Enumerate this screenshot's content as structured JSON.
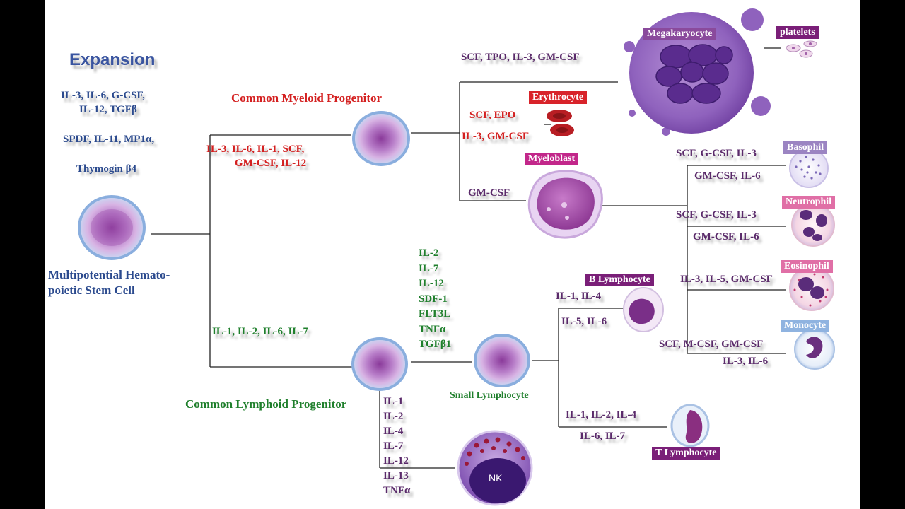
{
  "expansion": {
    "title": "Expansion",
    "line1": "IL-3,   IL-6,   G-CSF,",
    "line2": "IL-12,   TGFβ",
    "line3": "SPDF,  IL-11,  MP1α,",
    "line4": "Thymogin β4"
  },
  "stem_cell": {
    "line1": "Multipotential Hemato-",
    "line2": "poietic Stem Cell"
  },
  "myeloid": {
    "title": "Common Myeloid Progenitor",
    "factors1": "IL-3,    IL-6,    IL-1,    SCF,",
    "factors2": "GM-CSF,     IL-12"
  },
  "lymphoid": {
    "title": "Common Lymphoid Progenitor",
    "factors": "IL-1,    IL-2,    IL-6,  IL-7",
    "nk_factors": [
      "IL-1",
      "IL-2",
      "IL-4",
      "IL-7",
      "IL-12",
      "IL-13",
      "TNFα"
    ]
  },
  "small_lymphocyte": {
    "label": "Small Lymphocyte",
    "factors": [
      "IL-2",
      "IL-7",
      "IL-12",
      "SDF-1",
      "FLT3L",
      "TNFα",
      "TGFβ1"
    ]
  },
  "megakaryocyte": {
    "label": "Megakaryocyte",
    "factors": "SCF,  TPO,  IL-3,  GM-CSF"
  },
  "platelets": {
    "label": "platelets"
  },
  "erythrocyte": {
    "label": "Erythrocyte",
    "factors1": "SCF,   EPO",
    "factors2": "IL-3,  GM-CSF"
  },
  "myeloblast": {
    "label": "Myeloblast",
    "factors": "GM-CSF"
  },
  "basophil": {
    "label": "Basophil",
    "factors1": "SCF,  G-CSF,  IL-3",
    "factors2": "GM-CSF,  IL-6"
  },
  "neutrophil": {
    "label": "Neutrophil",
    "factors1": "SCF,  G-CSF,  IL-3",
    "factors2": "GM-CSF,  IL-6"
  },
  "eosinophil": {
    "label": "Eosinophil",
    "factors": "IL-3, IL-5,  GM-CSF"
  },
  "monocyte": {
    "label": "Monocyte",
    "factors1": "SCF,   M-CSF,   GM-CSF",
    "factors2": "IL-3,  IL-6"
  },
  "b_lymphocyte": {
    "label": "B Lymphocyte",
    "factors1": "IL-1,   IL-4",
    "factors2": "IL-5,   IL-6"
  },
  "t_lymphocyte": {
    "label": "T Lymphocyte",
    "factors1": "IL-1,   IL-2,  IL-4",
    "factors2": "IL-6,   IL-7"
  },
  "nk": {
    "label": "NK"
  },
  "colors": {
    "blue": "#2b4a8e",
    "red": "#d42020",
    "green": "#1f7f2c",
    "purple": "#5a2a6a",
    "label_megakaryocyte": "#8a4a9c",
    "label_erythrocyte": "#d8232a",
    "label_myeloblast": "#c2278a",
    "label_basophil": "#9b84c2",
    "label_neutrophil": "#e06fa6",
    "label_eosinophil": "#e06fa6",
    "label_monocyte": "#8fb3e0",
    "label_lymphocyte": "#7a1f78"
  }
}
